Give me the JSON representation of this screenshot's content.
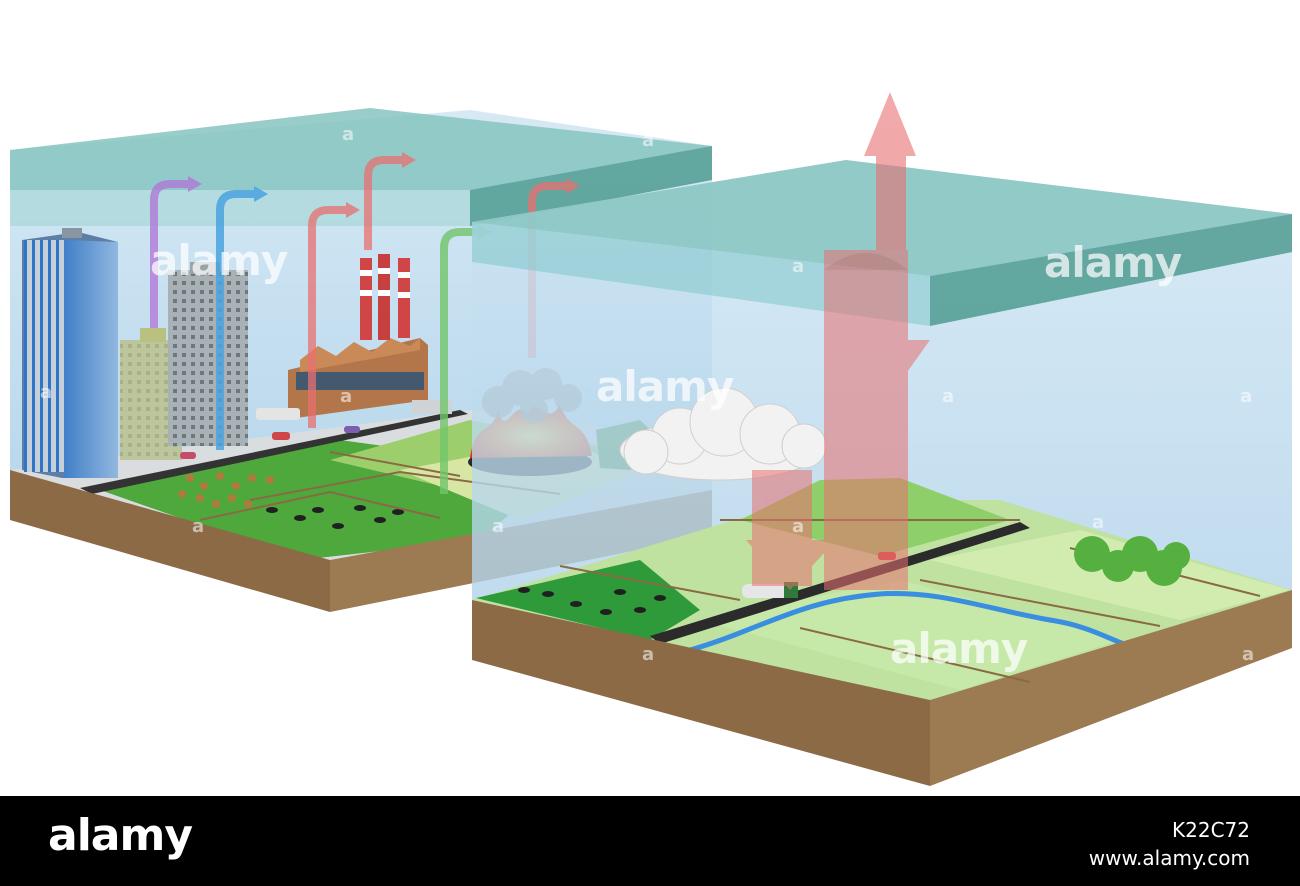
{
  "watermark": {
    "text": "alamy",
    "letter": "a"
  },
  "footer": {
    "logo": "alamy",
    "image_id": "K22C72",
    "url": "www.alamy.com",
    "background": "#000000"
  },
  "colors": {
    "sky": "#bcd9ec",
    "sky_top": "#5f9f96",
    "soil": "#8c6a45",
    "grass": "#4ea83c",
    "arrow_red": "#e87070",
    "arrow_blue": "#4aa3e0",
    "arrow_purple": "#b07ad8",
    "arrow_green": "#72c56a"
  },
  "icons": [
    "skyscraper-icon",
    "factory-icon",
    "smokestack-icon",
    "fire-icon",
    "smoke-icon",
    "cloud-icon",
    "cow-icon",
    "tree-icon",
    "truck-icon",
    "car-icon",
    "river-icon",
    "fence-icon"
  ]
}
